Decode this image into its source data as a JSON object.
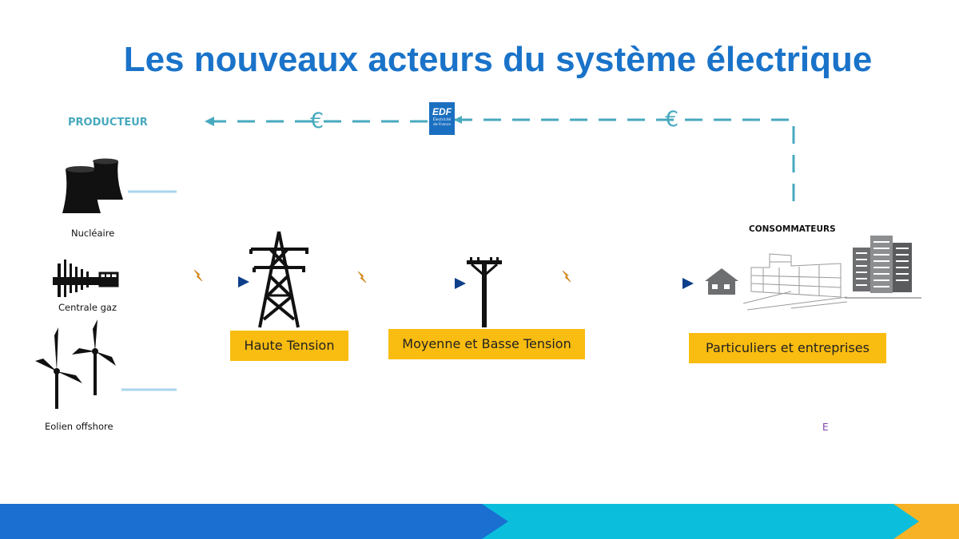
{
  "title": "Les nouveaux acteurs du système électrique",
  "producer_label": "PRODUCTEUR",
  "consumers_label": "CONSOMMATEURS",
  "euro_symbol": "€",
  "edf_logo": {
    "brand": "EDF",
    "sub_line1": "Électricité",
    "sub_line2": "de France"
  },
  "sources": [
    {
      "label": "Nucléaire",
      "icon": "nuclear-cooling-towers-icon"
    },
    {
      "label": "Centrale gaz",
      "icon": "gas-plant-icon"
    },
    {
      "label": "Eolien offshore",
      "icon": "wind-turbines-icon"
    }
  ],
  "stages": [
    {
      "label": "Haute Tension",
      "icon": "high-voltage-pylon-icon"
    },
    {
      "label": "Moyenne et Basse Tension",
      "icon": "utility-pole-icon"
    },
    {
      "label": "Particuliers et entreprises",
      "icon": "buildings-icon"
    }
  ],
  "footnote_letter": "E",
  "colors": {
    "title": "#1a73c9",
    "money_flow": "#47a9bf",
    "energy_flow": "#0d3f8a",
    "stage_box": "#f9bc10",
    "band_blue": "#1a6fd0",
    "band_cyan": "#0bbfdc",
    "band_orange": "#f8b225"
  }
}
